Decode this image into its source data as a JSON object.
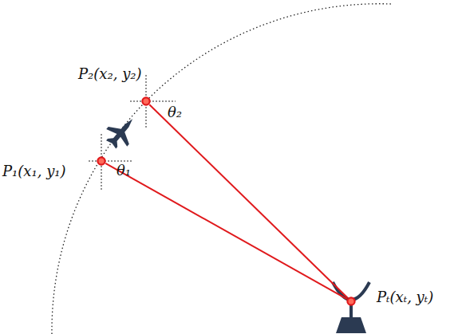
{
  "diagram": {
    "nodes": [
      {
        "text": [
          "P₁(x₁, y₁)"
        ]
      },
      {
        "text": [
          "P₂(x₂, y₂)"
        ]
      },
      {
        "text": [
          "Pₜ(xₜ, yₜ)"
        ]
      }
    ],
    "edges": [
      {
        "from": 0,
        "to": 2,
        "arrow": "none"
      },
      {
        "from": 1,
        "to": 2,
        "arrow": "none"
      }
    ],
    "labels": [
      "θ₁",
      "θ₂"
    ]
  }
}
